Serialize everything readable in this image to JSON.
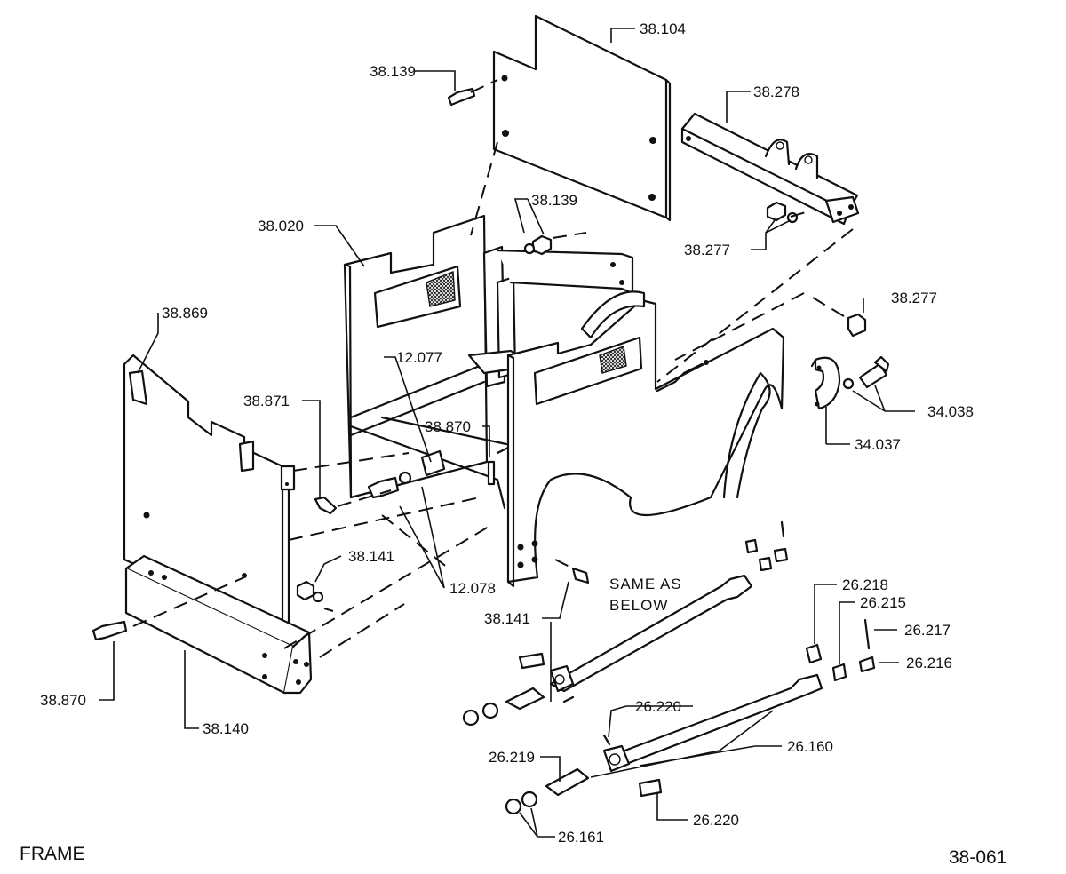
{
  "diagram": {
    "title": "FRAME",
    "drawing_number": "38-061",
    "note_line1": "SAME AS",
    "note_line2": "BELOW",
    "callouts": [
      {
        "id": "l-38104",
        "text": "38.104"
      },
      {
        "id": "l-38139a",
        "text": "38.139"
      },
      {
        "id": "l-38278",
        "text": "38.278"
      },
      {
        "id": "l-38139b",
        "text": "38.139"
      },
      {
        "id": "l-38020",
        "text": "38.020"
      },
      {
        "id": "l-38277a",
        "text": "38.277"
      },
      {
        "id": "l-38277b",
        "text": "38.277"
      },
      {
        "id": "l-38869",
        "text": "38.869"
      },
      {
        "id": "l-12077",
        "text": "12.077"
      },
      {
        "id": "l-34038",
        "text": "34.038"
      },
      {
        "id": "l-38871",
        "text": "38.871"
      },
      {
        "id": "l-38870a",
        "text": "38.870"
      },
      {
        "id": "l-34037",
        "text": "34.037"
      },
      {
        "id": "l-38141a",
        "text": "38.141"
      },
      {
        "id": "l-12078",
        "text": "12.078"
      },
      {
        "id": "l-26218",
        "text": "26.218"
      },
      {
        "id": "l-26215",
        "text": "26.215"
      },
      {
        "id": "l-38141b",
        "text": "38.141"
      },
      {
        "id": "l-26217",
        "text": "26.217"
      },
      {
        "id": "l-26216",
        "text": "26.216"
      },
      {
        "id": "l-38870b",
        "text": "38.870"
      },
      {
        "id": "l-26220a",
        "text": "26.220"
      },
      {
        "id": "l-38140",
        "text": "38.140"
      },
      {
        "id": "l-26160",
        "text": "26.160"
      },
      {
        "id": "l-26219",
        "text": "26.219"
      },
      {
        "id": "l-26220b",
        "text": "26.220"
      },
      {
        "id": "l-26161",
        "text": "26.161"
      }
    ]
  }
}
